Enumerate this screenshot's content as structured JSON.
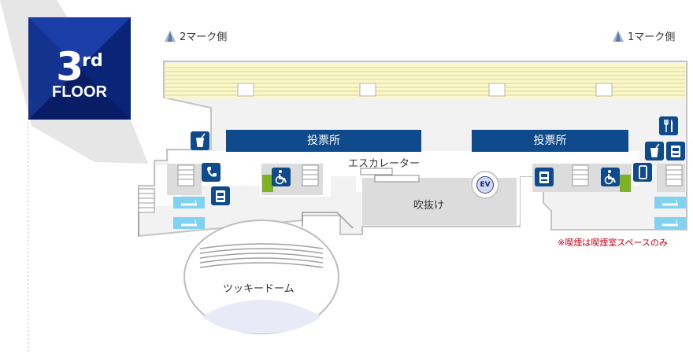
{
  "floor_badge": {
    "number": "3",
    "suffix": "rd",
    "label": "FLOOR"
  },
  "sides": {
    "left": "2マーク側",
    "right": "1マーク側"
  },
  "ticket_booths": {
    "left": "投票所",
    "right": "投票所"
  },
  "labels": {
    "escalator": "エスカレーター",
    "atrium": "吹抜け",
    "dome": "ツッキードーム",
    "elevator": "EV"
  },
  "smoking_note": "※喫煙は喫煙室スペースのみ",
  "colors": {
    "badge": "#0d2a8a",
    "ticket": "#0f4a8c",
    "icon": "#0f4a8c",
    "smoking_room": "#7fd3f0",
    "seating": "#fbf8c8",
    "accessible_area": "#7fb21f",
    "note": "#d0021b"
  },
  "icons": [
    "drink-icon",
    "phone-icon",
    "atm-icon",
    "wheelchair-icon",
    "wheelchair-icon",
    "atm-icon",
    "smartphone-icon",
    "restaurant-icon",
    "drink-icon",
    "atm-icon"
  ]
}
